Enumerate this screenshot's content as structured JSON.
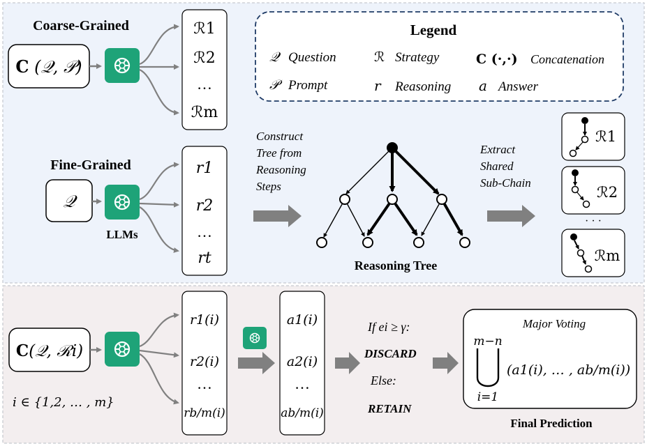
{
  "top_panel": {
    "coarse": {
      "title": "Coarse-Grained",
      "input_bold": "C",
      "input_args": " (𝒬, 𝒫)",
      "outputs": [
        "ℛ1",
        "ℛ2",
        "…",
        "ℛm"
      ]
    },
    "fine": {
      "title": "Fine-Grained",
      "input": "𝒬",
      "llm_label": "LLMs",
      "outputs": [
        "r1",
        "r2",
        "…",
        "rt"
      ]
    },
    "legend": {
      "title": "Legend",
      "items": [
        {
          "symbol": "𝒬",
          "text": "Question"
        },
        {
          "symbol": "ℛ",
          "text": "Strategy"
        },
        {
          "symbol": "C (·,·)",
          "text": "Concatenation"
        },
        {
          "symbol": "𝒫",
          "text": "Prompt"
        },
        {
          "symbol": "r",
          "text": "Reasoning"
        },
        {
          "symbol": "a",
          "text": "Answer"
        }
      ]
    },
    "construct_text": [
      "Construct",
      "Tree from",
      "Reasoning",
      "Steps"
    ],
    "tree_label": "Reasoning Tree",
    "extract_text": [
      "Extract",
      "Shared",
      "Sub-Chain"
    ],
    "subchains": [
      "ℛ1",
      "ℛ2",
      "ℛm"
    ],
    "subchain_dots": "· · ·"
  },
  "bottom_panel": {
    "input_bold": "C",
    "input_args": "(𝒬, ℛi)",
    "index_range": "i ∈ {1,2, … , m}",
    "reasoning_outputs": [
      "r1(i)",
      "r2(i)",
      "…",
      "rb/m(i)"
    ],
    "answers": [
      "a1(i)",
      "a2(i)",
      "…",
      "ab/m(i)"
    ],
    "condition": "If ei ≥ γ:",
    "discard": "DISCARD",
    "else": "Else:",
    "retain": "RETAIN",
    "voting_title": "Major Voting",
    "union_upper": "m−n",
    "union_lower": "i=1",
    "voting_expr": "(a1(i), … , ab/m(i))",
    "final_label": "Final Prediction"
  },
  "colors": {
    "top_bg": "#eef3fb",
    "bottom_bg": "#f3eeef",
    "llm_green": "#1ea378",
    "arrow_gray": "#808080",
    "legend_border": "#1f3b66"
  }
}
